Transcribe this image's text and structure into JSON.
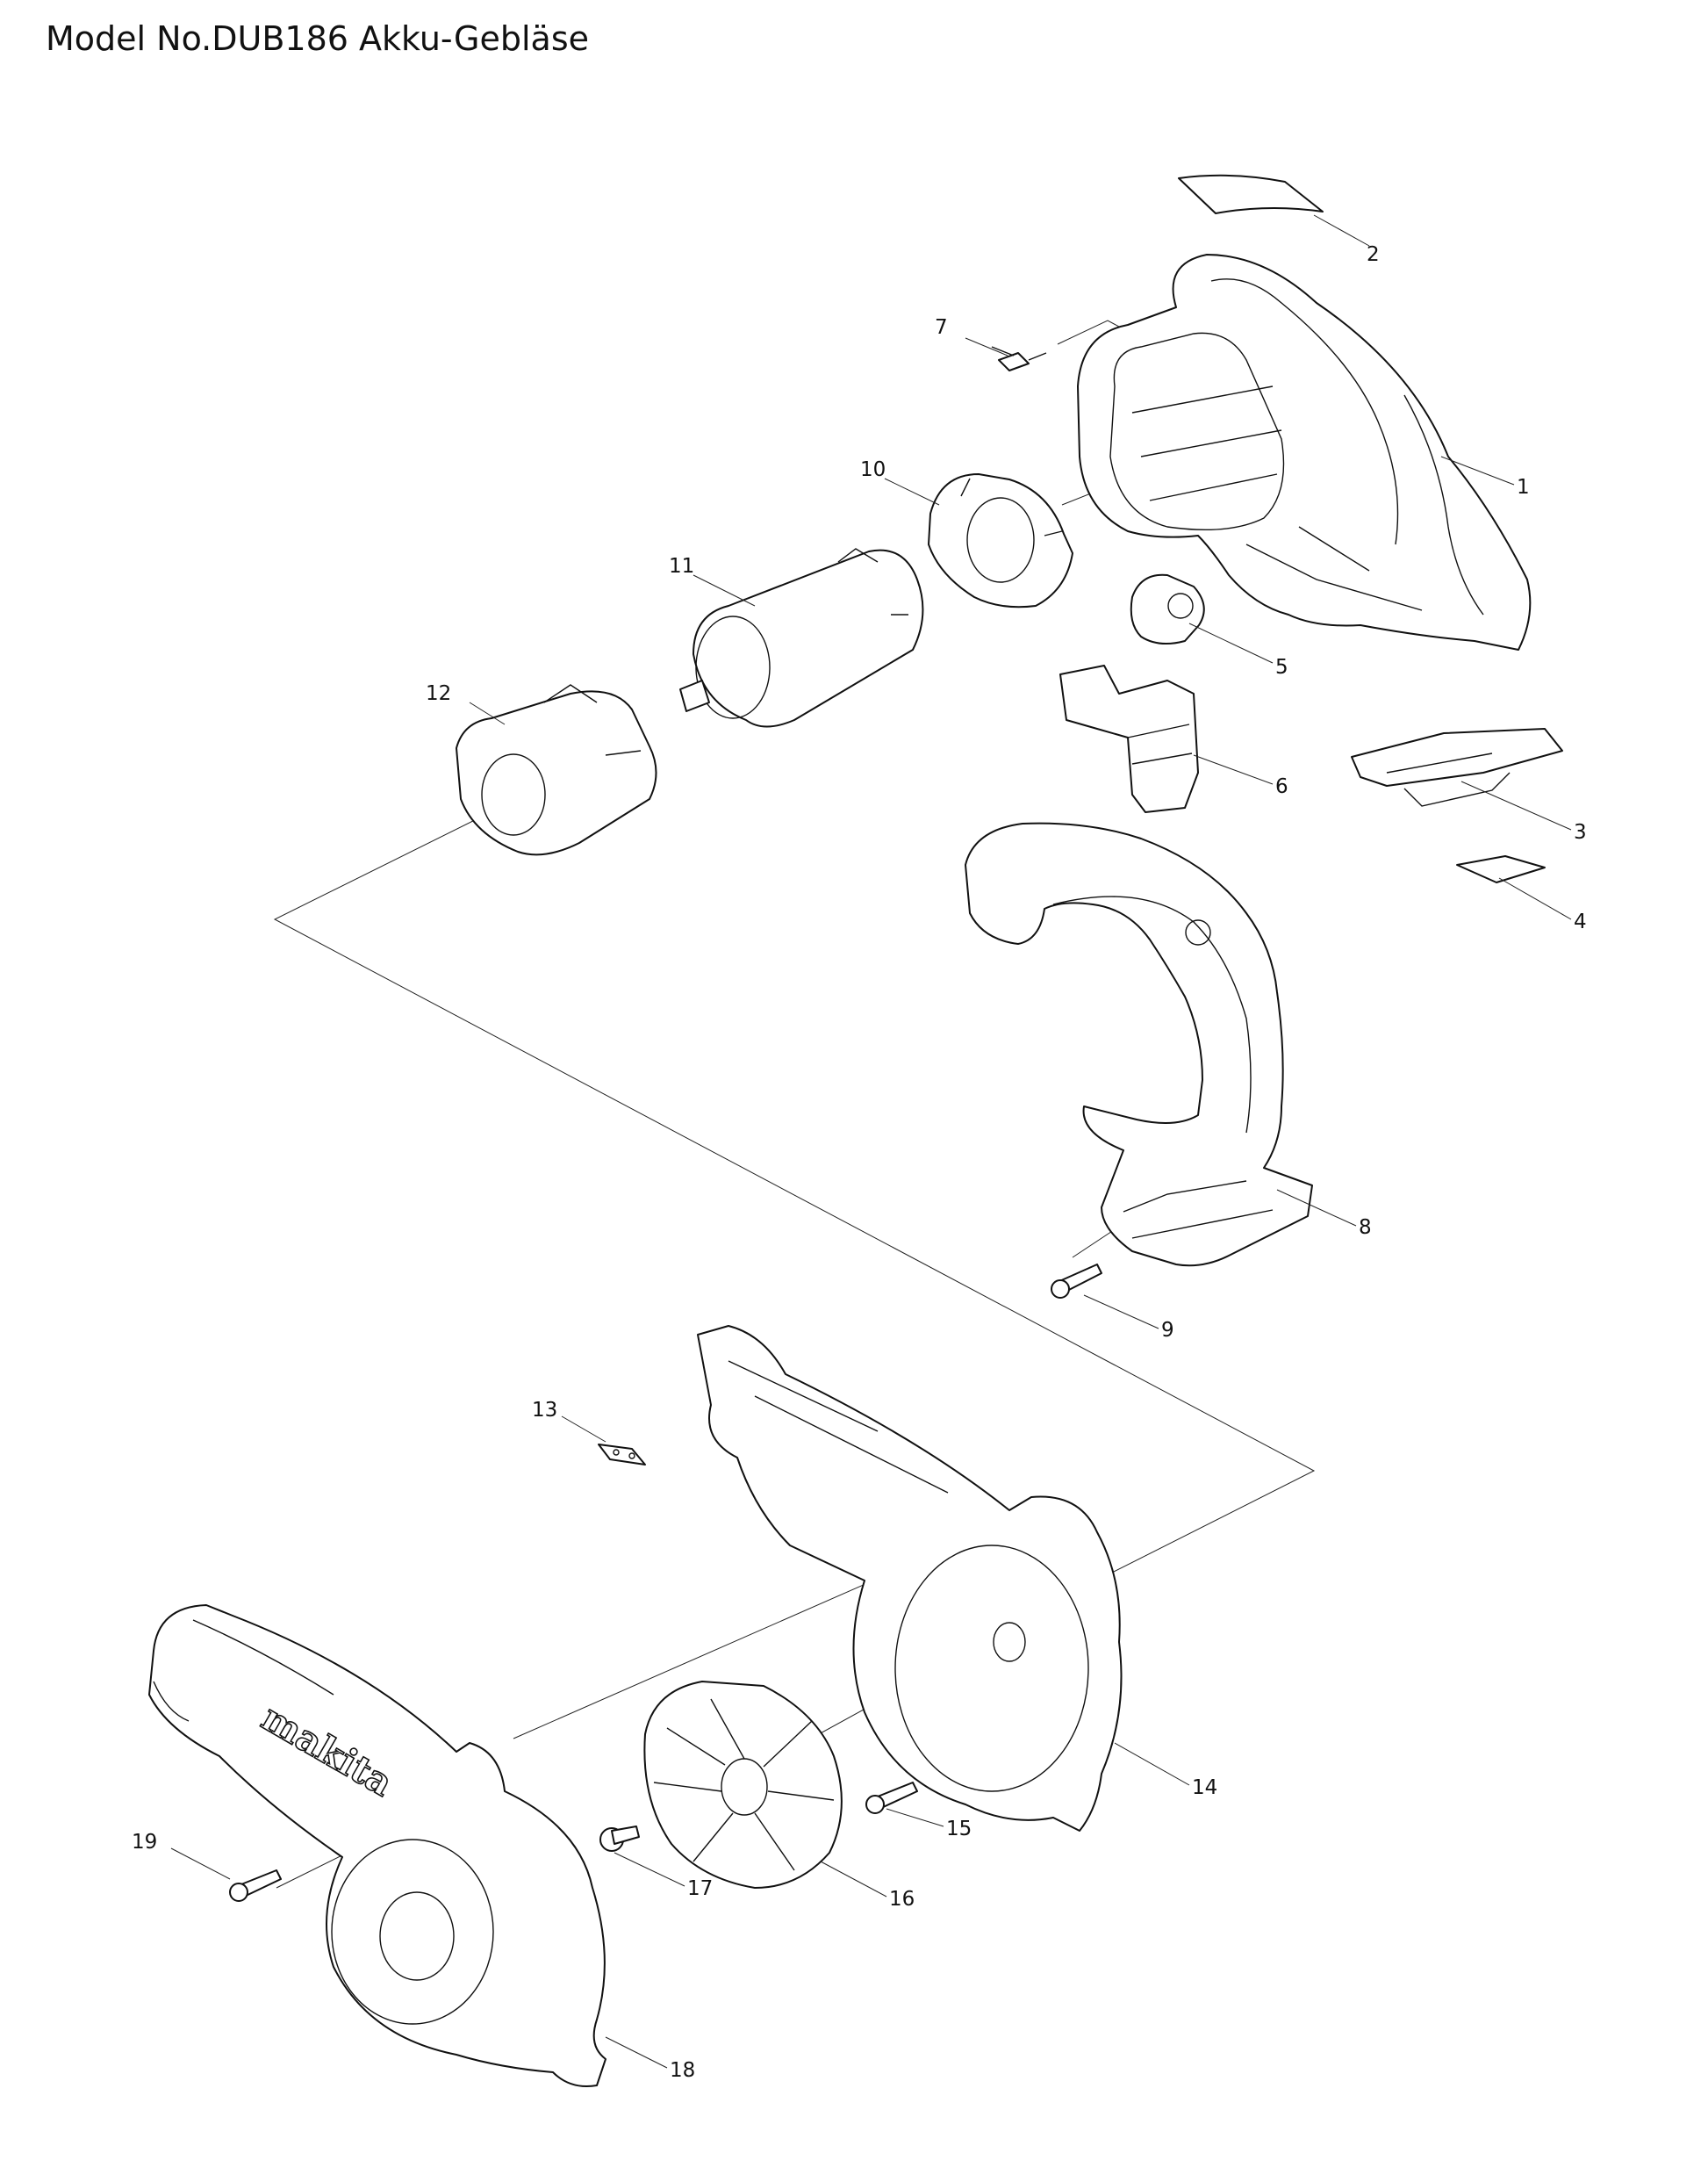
{
  "title": "Model No.DUB186 Akku-Gebläse",
  "logo_text": "makita",
  "parts": [
    {
      "id": "1",
      "label": "1"
    },
    {
      "id": "2",
      "label": "2"
    },
    {
      "id": "3",
      "label": "3"
    },
    {
      "id": "4",
      "label": "4"
    },
    {
      "id": "5",
      "label": "5"
    },
    {
      "id": "6",
      "label": "6"
    },
    {
      "id": "7",
      "label": "7"
    },
    {
      "id": "8",
      "label": "8"
    },
    {
      "id": "9",
      "label": "9"
    },
    {
      "id": "10",
      "label": "10"
    },
    {
      "id": "11",
      "label": "11"
    },
    {
      "id": "12",
      "label": "12"
    },
    {
      "id": "13",
      "label": "13"
    },
    {
      "id": "14",
      "label": "14"
    },
    {
      "id": "15",
      "label": "15"
    },
    {
      "id": "16",
      "label": "16"
    },
    {
      "id": "17",
      "label": "17"
    },
    {
      "id": "18",
      "label": "18"
    },
    {
      "id": "19",
      "label": "19"
    }
  ]
}
